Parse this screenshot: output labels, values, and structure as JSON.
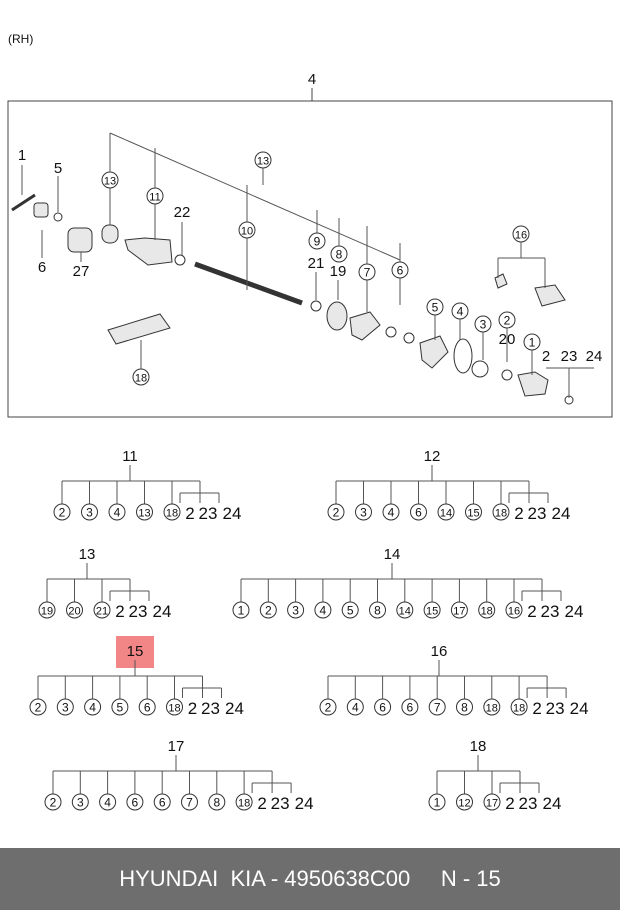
{
  "side_label": "(RH)",
  "assembly_label": "4",
  "top_callouts_circled": [
    "13",
    "11",
    "13",
    "10",
    "9",
    "8",
    "7",
    "6",
    "16",
    "5",
    "4",
    "3",
    "2",
    "1",
    "18"
  ],
  "top_callouts_plain": [
    "1",
    "5",
    "6",
    "27",
    "22",
    "21",
    "19",
    "20",
    "2",
    "23",
    "24"
  ],
  "highlight_color": "#f28585",
  "trees": [
    {
      "label": "11",
      "children": [
        "2",
        "3",
        "4",
        "13",
        "18"
      ],
      "tail": [
        "2",
        "23",
        "24"
      ]
    },
    {
      "label": "12",
      "children": [
        "2",
        "3",
        "4",
        "6",
        "14",
        "15",
        "18"
      ],
      "tail": [
        "2",
        "23",
        "24"
      ]
    },
    {
      "label": "13",
      "children": [
        "19",
        "20",
        "21"
      ],
      "tail": [
        "2",
        "23",
        "24"
      ]
    },
    {
      "label": "14",
      "children": [
        "1",
        "2",
        "3",
        "4",
        "5",
        "8",
        "14",
        "15",
        "17",
        "18",
        "16"
      ],
      "tail": [
        "2",
        "23",
        "24"
      ]
    },
    {
      "label": "15",
      "children": [
        "2",
        "3",
        "4",
        "5",
        "6",
        "18"
      ],
      "tail": [
        "2",
        "23",
        "24"
      ],
      "highlighted": true
    },
    {
      "label": "16",
      "children": [
        "2",
        "4",
        "6",
        "6",
        "7",
        "8",
        "18",
        "18"
      ],
      "tail": [
        "2",
        "23",
        "24"
      ]
    },
    {
      "label": "17",
      "children": [
        "2",
        "3",
        "4",
        "6",
        "6",
        "7",
        "8",
        "18"
      ],
      "tail": [
        "2",
        "23",
        "24"
      ]
    },
    {
      "label": "18",
      "children": [
        "1",
        "12",
        "17"
      ],
      "tail": [
        "2",
        "23",
        "24"
      ]
    }
  ],
  "footer": {
    "text": "HYUNDAI  KIA - 4950638C00     N - 15"
  }
}
